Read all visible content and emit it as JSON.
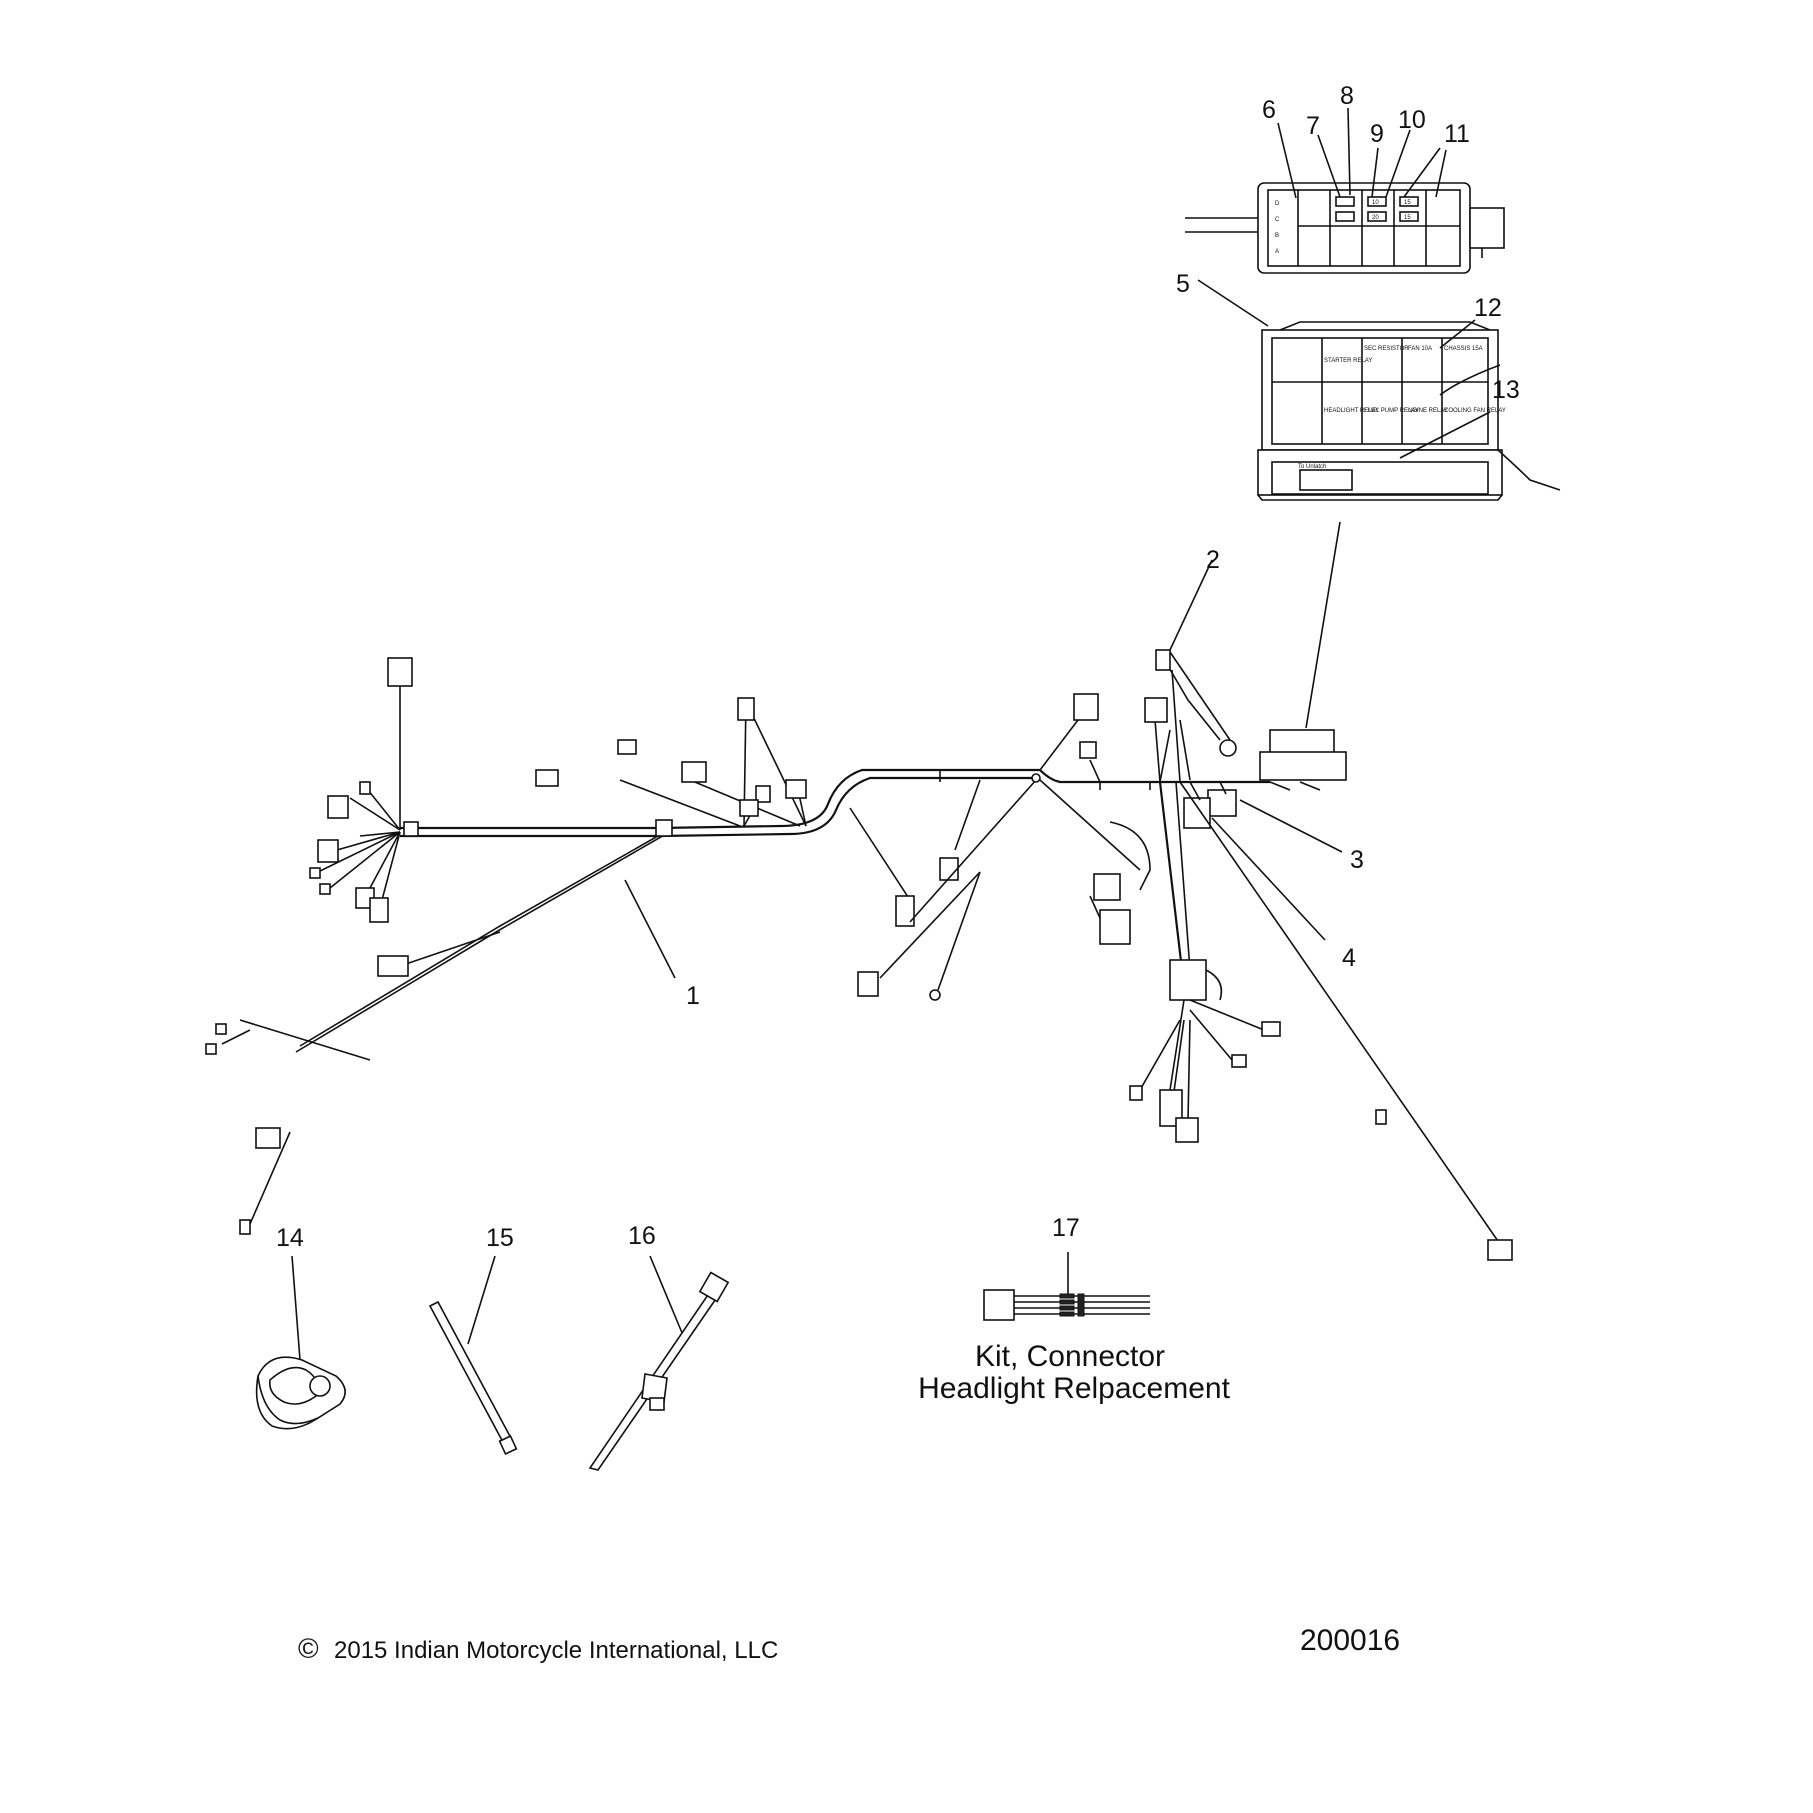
{
  "callouts": {
    "c1": "1",
    "c2": "2",
    "c3": "3",
    "c4": "4",
    "c5": "5",
    "c6": "6",
    "c7": "7",
    "c8": "8",
    "c9": "9",
    "c10": "10",
    "c11": "11",
    "c12": "12",
    "c13": "13",
    "c14": "14",
    "c15": "15",
    "c16": "16",
    "c17": "17"
  },
  "kit_label": {
    "line1": "Kit, Connector",
    "line2": "Headlight Relpacement"
  },
  "fuse_panel": {
    "rows": [
      "D",
      "C",
      "B",
      "A"
    ],
    "fuse_values": [
      "10",
      "20",
      "15",
      "15"
    ]
  },
  "relay_box": {
    "cells": [
      "STARTER RELAY",
      "SEC RESISTOR",
      "FAN 10A",
      "CHASSIS 15A",
      "HEADLIGHT RELAY",
      "FUEL PUMP RELAY",
      "ENGINE RELAY",
      "COOLING FAN RELAY"
    ],
    "lid_text": "To Unlatch"
  },
  "copyright_symbol": "©",
  "copyright": "2015 Indian Motorcycle International, LLC",
  "drawing_number": "200016"
}
